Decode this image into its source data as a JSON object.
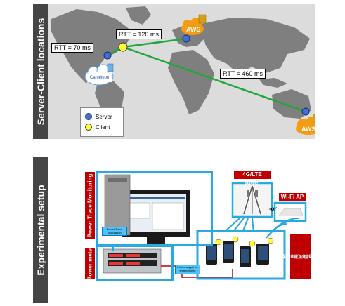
{
  "map_panel": {
    "side_label": "Server-Client locations",
    "rtt_labels": [
      "RTT = 70 ms",
      "RTT = 120 ms",
      "RTT = 460 ms"
    ],
    "aws_text": "AWS",
    "cameleon_text": "Cameleon",
    "legend": [
      {
        "label": "Server",
        "color": "#3f6fd1"
      },
      {
        "label": "Client",
        "color": "#ffff33"
      }
    ],
    "link_color": "#1fa83a"
  },
  "exp_panel": {
    "side_label": "Experimental setup",
    "power_trace_title": "Power Trace Monitoring",
    "power_meter_label": "Power meter",
    "lte_label": "4G/LTE Tower",
    "wifi_label": "Wi-Fi AP",
    "or_text": "-or",
    "mobile_clients_label": "Mobile Clients",
    "mobile_clients_sub": "Nexus S5 (B) Android 6",
    "power_trace_note": "Power Trace Acquisition",
    "power_supply_note": "Power supply for smartphones",
    "accent_red": "#c00000",
    "accent_cyan": "#29a9e1"
  }
}
